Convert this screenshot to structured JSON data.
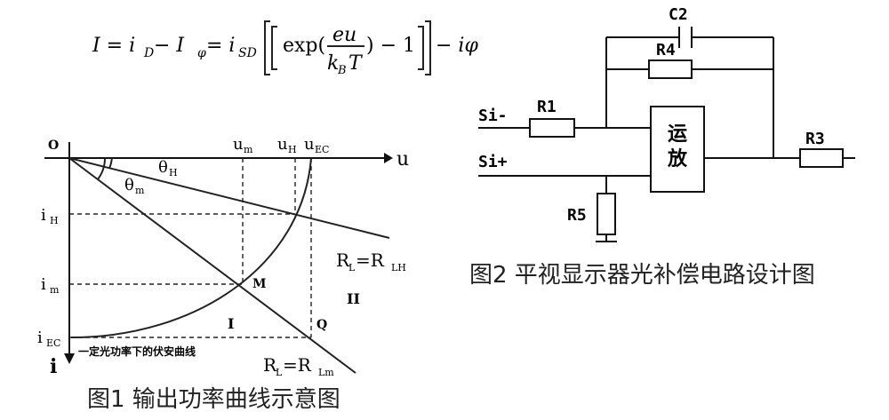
{
  "formula": {
    "lhs": "I = i",
    "d_sub": "D",
    "minus1": " − I",
    "phi_sub": "φ",
    "eq2": " = i",
    "sd_sub": "SD",
    "exp_open": "exp(",
    "numerator": "eu",
    "den_k": "k",
    "den_b": "B",
    "den_t": "T",
    "exp_close": ") − 1",
    "tail": "− iφ"
  },
  "fig1": {
    "caption": "图1 输出功率曲线示意图",
    "origin": "O",
    "u_axis": "u",
    "i_axis": "i",
    "um": "u",
    "um_sub": "m",
    "uh": "u",
    "uh_sub": "H",
    "uec": "u",
    "uec_sub": "EC",
    "ih": "i",
    "ih_sub": "H",
    "im": "i",
    "im_sub": "m",
    "iec": "i",
    "iec_sub": "EC",
    "theta_h": "θ",
    "theta_h_sub": "H",
    "theta_m": "θ",
    "theta_m_sub": "m",
    "rl_h": "R",
    "rl_h_sub": "L",
    "rl_h_eq": " =R",
    "rl_h_eq_sub": "LH",
    "rl_m": "R",
    "rl_m_sub": "L",
    "rl_m_eq": " =R",
    "rl_m_eq_sub": "Lm",
    "point_m": "M",
    "point_q": "Q",
    "region1": "I",
    "region2": "II",
    "curve_label": "一定光功率下的伏安曲线"
  },
  "fig2": {
    "caption": "图2 平视显示器光补偿电路设计图",
    "c2": "C2",
    "r4": "R4",
    "r1": "R1",
    "r3": "R3",
    "r5": "R5",
    "si_minus": "Si-",
    "si_plus": "Si+",
    "opamp_line1": "运",
    "opamp_line2": "放"
  }
}
